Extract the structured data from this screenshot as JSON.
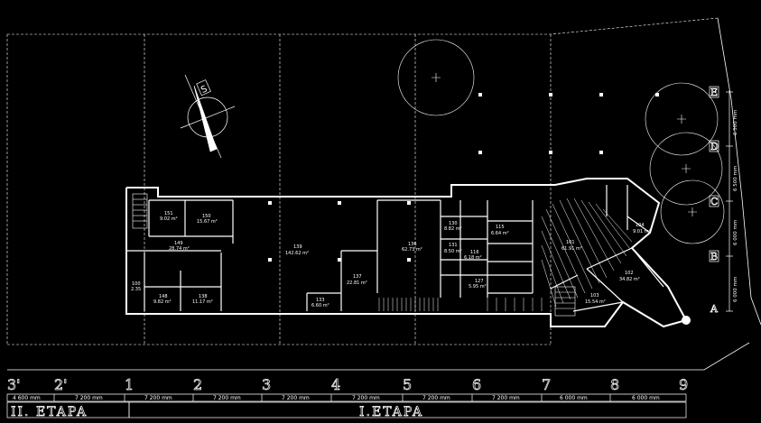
{
  "drawing": {
    "colors": {
      "background": "#000000",
      "lines": "#ffffff"
    },
    "north_label": "S",
    "gridline_letters": [
      "E",
      "D",
      "C",
      "B",
      "A"
    ],
    "side_dimensions": [
      "6 500 mm",
      "6 500 mm",
      "6 000 mm",
      "6 000 mm"
    ],
    "axis_numbers": [
      "3'",
      "2'",
      "1",
      "2",
      "3",
      "4",
      "5",
      "6",
      "7",
      "8",
      "9"
    ],
    "bay_dimensions": [
      "4 600 mm",
      "7 200 mm",
      "7 200 mm",
      "7 200 mm",
      "7 200 mm",
      "7 200 mm",
      "7 200 mm",
      "7 200 mm",
      "6 000 mm",
      "6 000 mm"
    ],
    "stage_labels": [
      "II. ETAPA",
      "I.ETAPA"
    ],
    "rooms": [
      {
        "no": "151",
        "area": "9.02 m²"
      },
      {
        "no": "150",
        "area": "15.67 m²"
      },
      {
        "no": "149",
        "area": "28.74 m²"
      },
      {
        "no": "139",
        "area": "142.62 m²"
      },
      {
        "no": "136",
        "area": "62.73 m²"
      },
      {
        "no": "137",
        "area": "22.81 m²"
      },
      {
        "no": "133",
        "area": "6.60 m²"
      },
      {
        "no": "148",
        "area": "9.82 m²"
      },
      {
        "no": "138",
        "area": "11.17 m²"
      },
      {
        "no": "100",
        "area": "2.35"
      },
      {
        "no": "101",
        "area": "61.91 m²"
      },
      {
        "no": "102",
        "area": "34.82 m²"
      },
      {
        "no": "103",
        "area": "15.54 m²"
      },
      {
        "no": "104",
        "area": "9.01 m²"
      },
      {
        "no": "116",
        "area": "6.18 m²"
      },
      {
        "no": "115",
        "area": "6.64 m²"
      },
      {
        "no": "127",
        "area": "5.95 m²"
      },
      {
        "no": "130",
        "area": "8.82 m²"
      },
      {
        "no": "131",
        "area": "8.50 m²"
      }
    ]
  }
}
